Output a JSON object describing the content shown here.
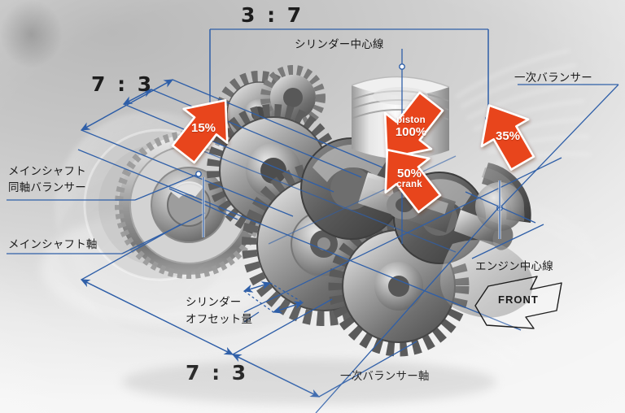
{
  "diagram": {
    "title": "Engine balancer layout diagram",
    "accent_color": "#e8441a",
    "line_color": "#2f5fa8",
    "text_color": "#1b1b1b"
  },
  "ratios": [
    {
      "id": "top",
      "text": "3 : 7"
    },
    {
      "id": "upper_left",
      "text": "7 : 3"
    },
    {
      "id": "bottom",
      "text": "7 : 3"
    }
  ],
  "labels": {
    "cylinder_center_line": "シリンダー中心線",
    "primary_balancer": "一次バランサー",
    "main_shaft_coaxial_balancer_line1": "メインシャフト",
    "main_shaft_coaxial_balancer_line2": "同軸バランサー",
    "main_shaft_axis": "メインシャフト軸",
    "cylinder_offset_line1": "シリンダー",
    "cylinder_offset_line2": "オフセット量",
    "engine_center_line": "エンジン中心線",
    "primary_balancer_axis": "一次バランサー軸",
    "front": "FRONT"
  },
  "force_arrows": [
    {
      "id": "balancer-15",
      "value": "15%",
      "caption": "",
      "direction": "up-right"
    },
    {
      "id": "piston-100",
      "value": "100%",
      "caption": "piston",
      "direction": "down-left"
    },
    {
      "id": "crank-50",
      "value": "50%",
      "caption": "crank",
      "direction": "up-left"
    },
    {
      "id": "balancer-35",
      "value": "35%",
      "caption": "",
      "direction": "up-left"
    }
  ]
}
